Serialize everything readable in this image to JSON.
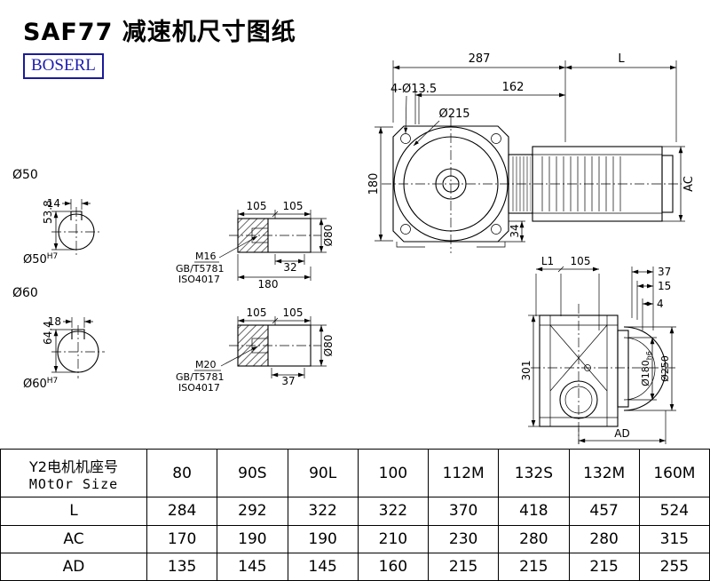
{
  "title": "SAF77 减速机尺寸图纸",
  "logo_text": "BOSERL",
  "main_view": {
    "dim_top_width": "287",
    "dim_motor_length": "L",
    "bolt_holes": "4-Ø13.5",
    "dim_flange_offset": "162",
    "flange_diameter": "Ø215",
    "dim_height": "180",
    "dim_foot": "34",
    "dim_motor_diameter": "AC"
  },
  "shaft_section_1": {
    "bore_label": "Ø50",
    "key_width": "14",
    "key_height": "53.8",
    "fit_label": "Ø50",
    "fit_tolerance": "H7"
  },
  "shaft_section_2": {
    "bore_label": "Ø60",
    "key_width": "18",
    "key_height": "64.4",
    "fit_label": "Ø60",
    "fit_tolerance": "H7"
  },
  "shaft_detail_1": {
    "dim_seg_a": "105",
    "dim_seg_b": "105",
    "thread_label": "M16",
    "standard_1": "GB/T5781",
    "standard_2": "ISO4017",
    "dim_thread_length": "32",
    "dim_total_length": "180",
    "shaft_diameter": "Ø80"
  },
  "shaft_detail_2": {
    "dim_seg_a": "105",
    "dim_seg_b": "105",
    "thread_label": "M20",
    "standard_1": "GB/T5781",
    "standard_2": "ISO4017",
    "dim_thread_length": "37",
    "shaft_diameter": "Ø80"
  },
  "side_view": {
    "dim_l1": "L1",
    "dim_105": "105",
    "dim_37": "37",
    "dim_15": "15",
    "dim_4": "4",
    "dim_height": "301",
    "spigot_diameter": "Ø180",
    "spigot_tolerance": "h6",
    "flange_diameter": "Ø250",
    "dim_ad": "AD"
  },
  "table": {
    "header_line1": "Y2电机机座号",
    "header_line2": "MOtOr Size",
    "sizes": [
      "80",
      "90S",
      "90L",
      "100",
      "112M",
      "132S",
      "132M",
      "160M"
    ],
    "rows": [
      {
        "label": "L",
        "values": [
          "284",
          "292",
          "322",
          "322",
          "370",
          "418",
          "457",
          "524"
        ]
      },
      {
        "label": "AC",
        "values": [
          "170",
          "190",
          "190",
          "210",
          "230",
          "280",
          "280",
          "315"
        ]
      },
      {
        "label": "AD",
        "values": [
          "135",
          "145",
          "145",
          "160",
          "215",
          "215",
          "215",
          "255"
        ]
      }
    ]
  }
}
